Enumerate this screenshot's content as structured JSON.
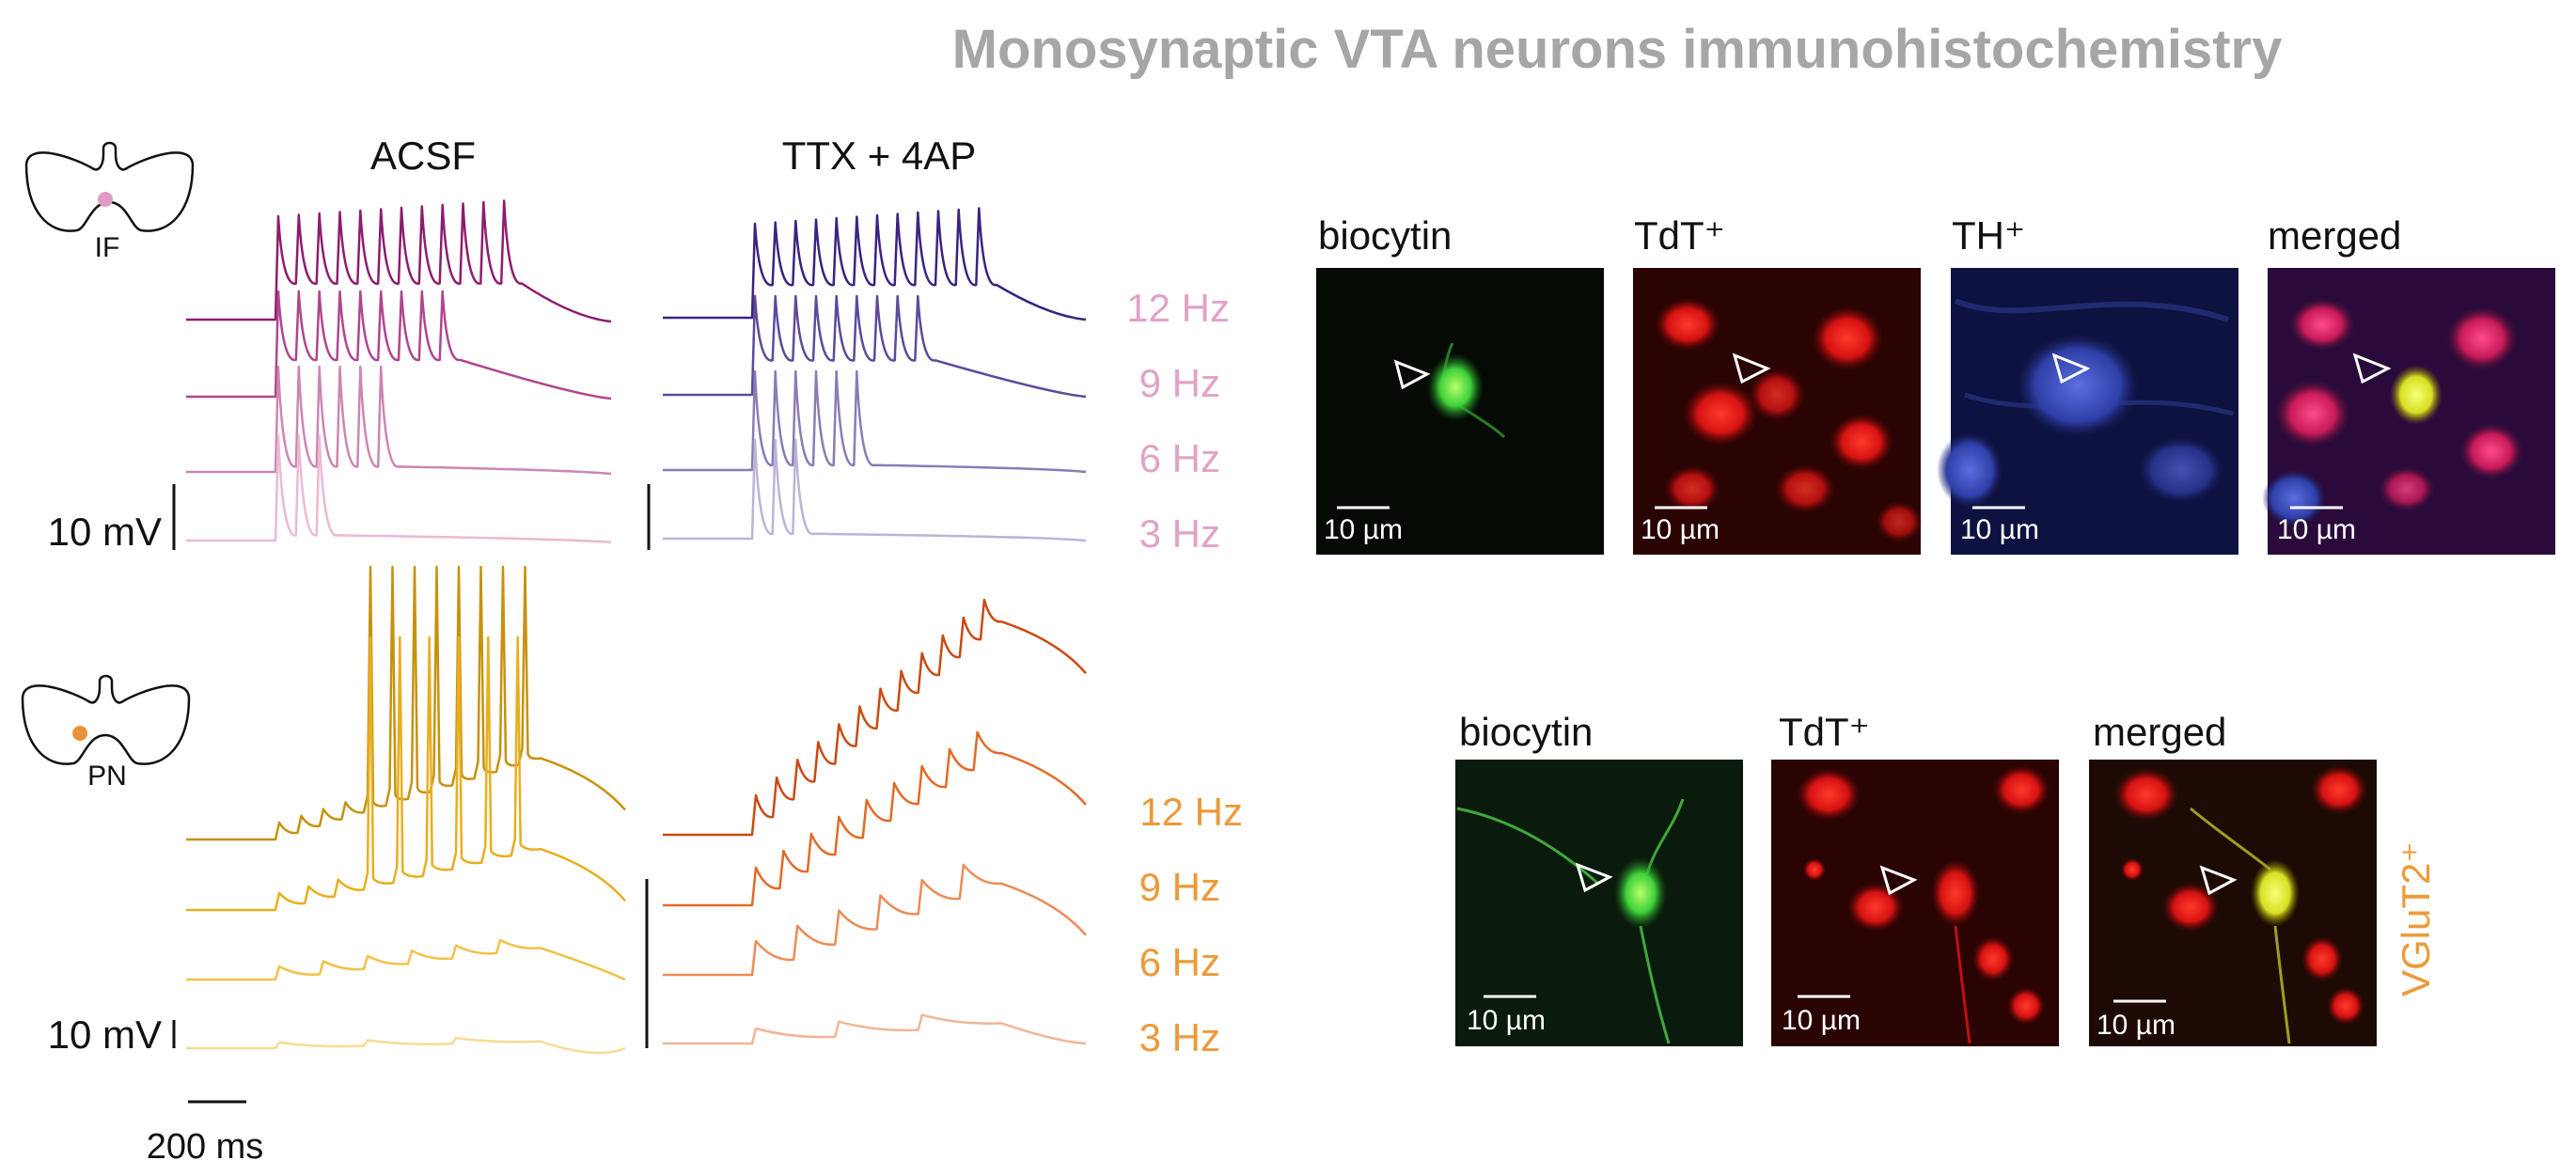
{
  "figure_title": "Monosynaptic VTA neurons immunohistochemistry",
  "conditions": {
    "acsf": "ACSF",
    "ttx": "TTX + 4AP"
  },
  "top_panel": {
    "region_label": "IF",
    "frequencies": [
      "12 Hz",
      "9 Hz",
      "6 Hz",
      "3 Hz"
    ],
    "voltage_scale": "10 mV",
    "images": [
      {
        "label": "biocytin",
        "scale": "10 µm"
      },
      {
        "label": "TdT⁺",
        "scale": "10 µm"
      },
      {
        "label": "TH⁺",
        "scale": "10 µm"
      },
      {
        "label": "merged",
        "scale": "10 µm"
      }
    ]
  },
  "bottom_panel": {
    "region_label": "PN",
    "frequencies": [
      "12 Hz",
      "9 Hz",
      "6 Hz",
      "3 Hz"
    ],
    "voltage_scale": "10 mV",
    "time_scale": "200 ms",
    "side_label": "VGluT2⁺",
    "images": [
      {
        "label": "biocytin",
        "scale": "10 µm"
      },
      {
        "label": "TdT⁺",
        "scale": "10 µm"
      },
      {
        "label": "merged",
        "scale": "10 µm"
      }
    ]
  },
  "colors": {
    "title": "#a6a6a6",
    "if_dot": "#e59ac6",
    "pn_dot": "#e8933a",
    "if_acsf": [
      "#8e1d6e",
      "#b0468f",
      "#cc86b2",
      "#ebb9d2"
    ],
    "if_ttx": [
      "#3c2383",
      "#5d4a9c",
      "#8b7cb6",
      "#bdb3d7"
    ],
    "if_freq_text": "#e0a3c6",
    "pn_acsf": [
      "#c6920f",
      "#e8ae1f",
      "#f1c247",
      "#f7db93"
    ],
    "pn_ttx": [
      "#c94a12",
      "#e26a25",
      "#ec8b55",
      "#f1b596"
    ],
    "pn_freq_text": "#ec9a3a",
    "green": "#3fd13a",
    "red": "#e01515",
    "blue": "#3848c8"
  }
}
